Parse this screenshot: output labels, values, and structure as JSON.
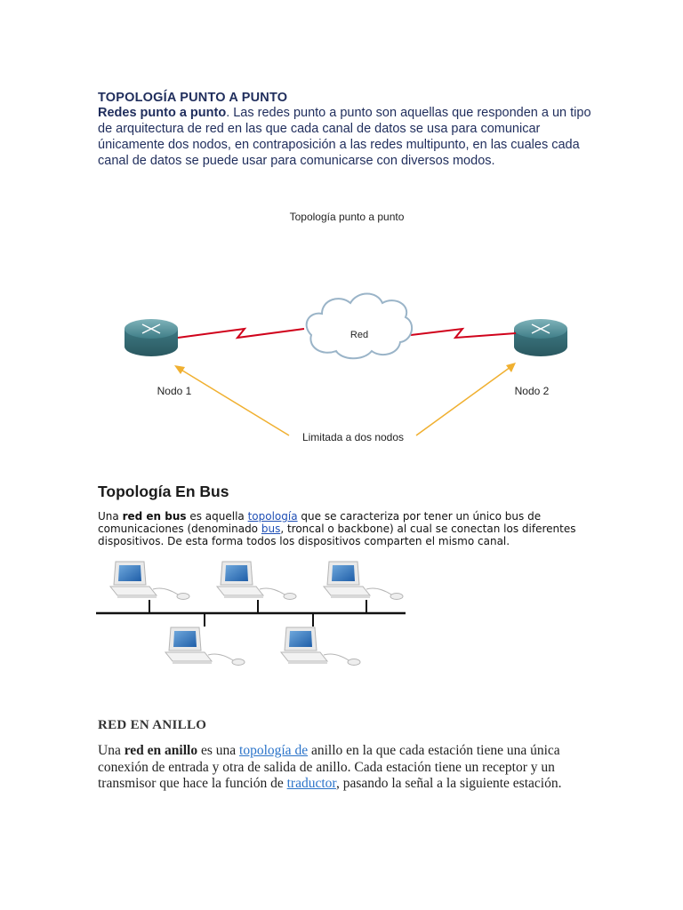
{
  "section1": {
    "title": "TOPOLOGÍA PUNTO A PUNTO",
    "lead": "Redes punto a punto",
    "body": ". Las redes punto a punto son aquellas que responden a un tipo de arquitectura de red en las que cada canal de datos se usa para comunicar únicamente dos nodos, en contraposición a las redes multipunto, en las cuales cada canal de datos se puede usar para comunicarse con diversos modos."
  },
  "diagram1": {
    "title": "Topología punto a punto",
    "cloud_label": "Red",
    "node1_label": "Nodo 1",
    "node2_label": "Nodo 2",
    "bottom_label": "Limitada a dos nodos",
    "colors": {
      "router": "#4a8c96",
      "link": "#d0021b",
      "arrow": "#f0b030"
    }
  },
  "section2": {
    "title": "Topología En Bus",
    "t1": "Una ",
    "b1": "red en bus",
    "t2": " es aquella ",
    "link1": "topología",
    "t3": " que se caracteriza por tener un único bus de comunicaciones (denominado ",
    "link2": "bus",
    "t4": ", troncal o backbone) al cual se conectan los diferentes dispositivos. De esta forma todos los dispositivos comparten el mismo canal."
  },
  "section3": {
    "title": "RED EN ANILLO",
    "t1": "Una ",
    "b1": "red en anillo",
    "t2": " es una ",
    "link1": "topología de",
    "t3": " anillo en la que cada estación tiene una única conexión de entrada y otra de salida de anillo. Cada estación tiene un receptor y un transmisor que hace la función de ",
    "link2": "traductor",
    "t4": ", pasando la señal a la siguiente estación."
  }
}
